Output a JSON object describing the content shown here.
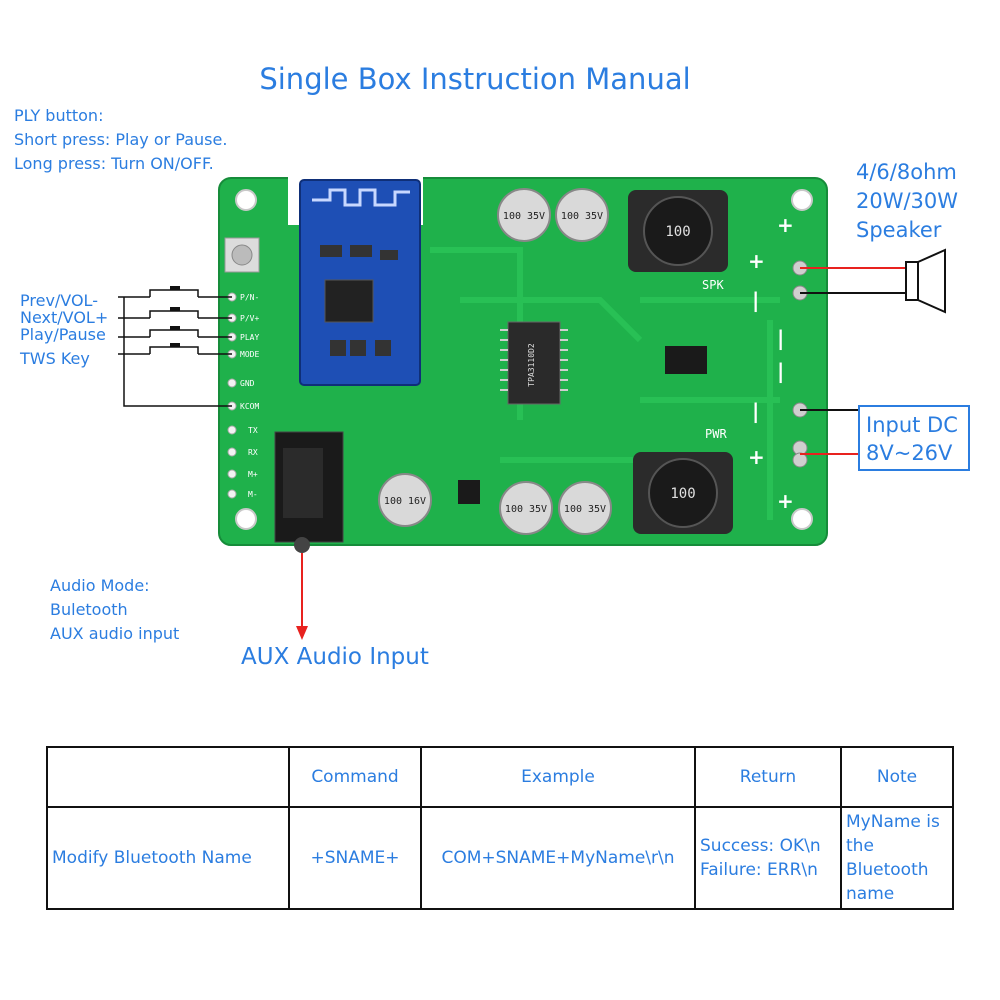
{
  "title": "Single Box Instruction Manual",
  "ply_note": {
    "lines": [
      "PLY button:",
      "Short press: Play or Pause.",
      "Long press: Turn ON/OFF."
    ]
  },
  "keys": [
    {
      "label": "Prev/VOL-"
    },
    {
      "label": "Next/VOL+"
    },
    {
      "label": "Play/Pause"
    },
    {
      "label": "TWS Key"
    }
  ],
  "audio_mode": {
    "lines": [
      "Audio Mode:",
      "Buletooth",
      "AUX audio input"
    ]
  },
  "aux_label": "AUX Audio Input",
  "speaker": {
    "lines": [
      "4/6/8ohm",
      "20W/30W",
      "Speaker"
    ]
  },
  "input_dc": {
    "lines": [
      "Input DC",
      "8V~26V"
    ]
  },
  "board": {
    "header_pins": [
      "P/N-",
      "P/V+",
      "PLAY",
      "MODE",
      "GND",
      "KCOM"
    ],
    "side_pins": [
      "TX",
      "RX",
      "M+",
      "M-"
    ],
    "spk_label": "SPK",
    "pwr_label": "PWR",
    "chip_label": "TPA3110D2",
    "cap_labels": [
      "100 35V",
      "100 35V",
      "100 16V",
      "100 35V",
      "100 35V"
    ],
    "inductor_labels": [
      "100",
      "100"
    ],
    "colors": {
      "pcb": "#1fb14b",
      "pcb_dark": "#168c3a",
      "module": "#1e4fb5",
      "wire_red": "#e8221f"
    }
  },
  "table": {
    "headers": [
      "",
      "Command",
      "Example",
      "Return",
      "Note"
    ],
    "rows": [
      {
        "name": "Modify Bluetooth Name",
        "command": "+SNAME+",
        "example": "COM+SNAME+MyName\\r\\n",
        "return": [
          "Success: OK\\n",
          "Failure: ERR\\n"
        ],
        "note": [
          "MyName is the",
          "Bluetooth name"
        ]
      }
    ]
  }
}
